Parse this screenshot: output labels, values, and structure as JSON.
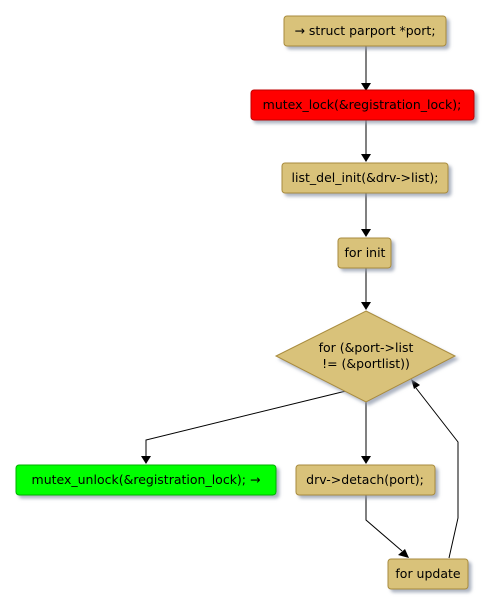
{
  "diagram": {
    "nodes": {
      "start": {
        "label": "→ struct parport *port;",
        "fill": "#d9c27a"
      },
      "lock": {
        "label": "mutex_lock(&registration_lock);",
        "fill": "#ff0000"
      },
      "list_del": {
        "label": "list_del_init(&drv->list);",
        "fill": "#d9c27a"
      },
      "for_init": {
        "label": "for init",
        "fill": "#d9c27a"
      },
      "condition": {
        "line1": "for (&port->list",
        "line2": "!= (&portlist))",
        "fill": "#d9c27a"
      },
      "unlock": {
        "label": "mutex_unlock(&registration_lock); →",
        "fill": "#00ff00"
      },
      "detach": {
        "label": "drv->detach(port);",
        "fill": "#d9c27a"
      },
      "for_update": {
        "label": "for update",
        "fill": "#d9c27a"
      }
    },
    "colors": {
      "node_fill": "#d9c27a",
      "node_stroke": "#a88b3c",
      "shadow": "#9aa4b8",
      "edge": "#000000"
    }
  }
}
